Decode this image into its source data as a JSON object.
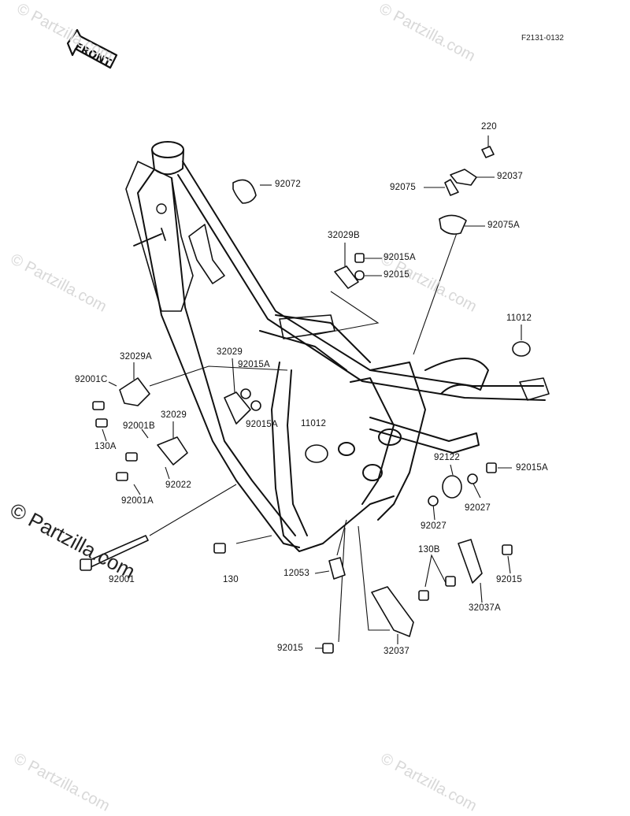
{
  "diagram_code": "F2131-0132",
  "front_label": "FRONT",
  "watermark": "© Partzilla.com",
  "parts": {
    "p220": "220",
    "p92037": "92037",
    "p92075": "92075",
    "p92075A": "92075A",
    "p92072": "92072",
    "p32029B": "32029B",
    "p92015A_top": "92015A",
    "p92015_top": "92015",
    "p11012_r": "11012",
    "p32029A": "32029A",
    "p92001C": "92001C",
    "p130A": "130A",
    "p32029_mid": "32029",
    "p92015A_mid": "92015A",
    "p92015A_mid2": "92015A",
    "p11012_c": "11012",
    "p92001B": "92001B",
    "p32029_l": "32029",
    "p92022": "92022",
    "p92001A": "92001A",
    "p92001": "92001",
    "p130": "130",
    "p12053": "12053",
    "p92122": "92122",
    "p92015A_r": "92015A",
    "p92027_a": "92027",
    "p92027_b": "92027",
    "p130B": "130B",
    "p92015_r": "92015",
    "p32037A": "32037A",
    "p32037": "32037",
    "p92015_bot": "92015"
  }
}
